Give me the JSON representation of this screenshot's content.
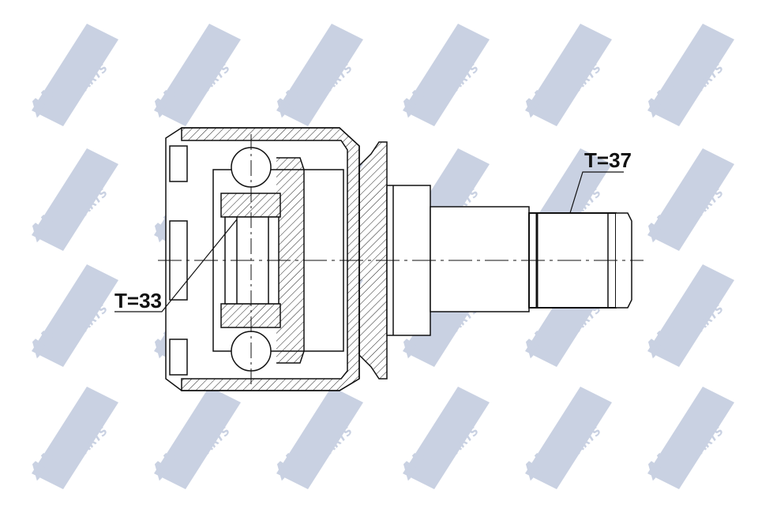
{
  "watermark": {
    "brand": "AJS",
    "suffix": "PARTS",
    "color": "#c9d1e2"
  },
  "drawing": {
    "labels": [
      {
        "id": "inner",
        "text": "T=33"
      },
      {
        "id": "outer",
        "text": "T=37"
      }
    ],
    "line_color": "#111111"
  }
}
